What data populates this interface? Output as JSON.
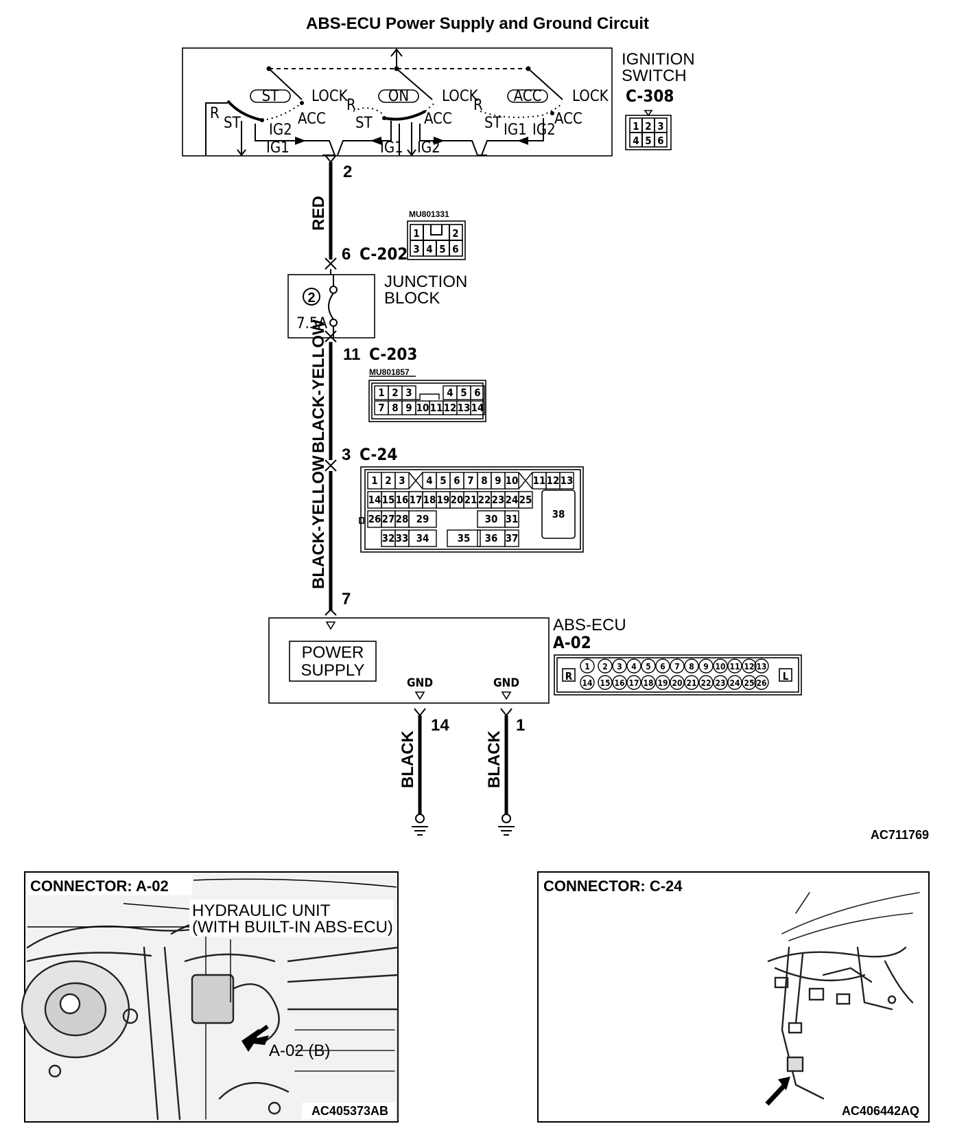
{
  "title": "ABS-ECU Power Supply and Ground Circuit",
  "ignition_switch": {
    "label_line1": "IGNITION",
    "label_line2": "SWITCH",
    "connector": "C-308",
    "pins": [
      "1",
      "2",
      "3",
      "4",
      "5",
      "6"
    ],
    "positions": {
      "st": "ST",
      "on": "ON",
      "acc": "ACC",
      "lock": "LOCK",
      "r": "R",
      "ig1": "IG1",
      "ig2": "IG2"
    },
    "output_pin": "2"
  },
  "wire_red": "RED",
  "c202": {
    "pin": "6",
    "connector": "C-202",
    "part_no": "MU801331",
    "pins": [
      "1",
      "2",
      "3",
      "4",
      "5",
      "6"
    ]
  },
  "junction_block": {
    "label_line1": "JUNCTION",
    "label_line2": "BLOCK",
    "fuse_no": "2",
    "fuse_rating": "7.5A"
  },
  "wire_black_yellow": "BLACK-YELLOW",
  "c203": {
    "pin": "11",
    "connector": "C-203",
    "part_no": "MU801857",
    "pins": [
      "1",
      "2",
      "3",
      "4",
      "5",
      "6",
      "7",
      "8",
      "9",
      "10",
      "11",
      "12",
      "13",
      "14"
    ]
  },
  "c24": {
    "pin": "3",
    "connector": "C-24",
    "pins": [
      "1",
      "2",
      "3",
      "4",
      "5",
      "6",
      "7",
      "8",
      "9",
      "10",
      "11",
      "12",
      "13",
      "14",
      "15",
      "16",
      "17",
      "18",
      "19",
      "20",
      "21",
      "22",
      "23",
      "24",
      "25",
      "26",
      "27",
      "28",
      "29",
      "30",
      "31",
      "32",
      "33",
      "34",
      "35",
      "36",
      "37",
      "38"
    ]
  },
  "abs_ecu": {
    "input_pin": "7",
    "label": "ABS-ECU",
    "connector": "A-02",
    "power_supply_line1": "POWER",
    "power_supply_line2": "SUPPLY",
    "gnd": "GND",
    "gnd_pin_a": "14",
    "gnd_pin_b": "1",
    "side_r": "R",
    "side_l": "L",
    "pins": [
      "1",
      "2",
      "3",
      "4",
      "5",
      "6",
      "7",
      "8",
      "9",
      "10",
      "11",
      "12",
      "13",
      "14",
      "15",
      "16",
      "17",
      "18",
      "19",
      "20",
      "21",
      "22",
      "23",
      "24",
      "25",
      "26"
    ]
  },
  "wire_black": "BLACK",
  "diagram_code": "AC711769",
  "panel_a02": {
    "title": "CONNECTOR: A-02",
    "callout_line1": "HYDRAULIC UNIT",
    "callout_line2": "(WITH BUILT-IN ABS-ECU)",
    "arrow_label": "A-02 (B)",
    "code": "AC405373AB"
  },
  "panel_c24": {
    "title": "CONNECTOR: C-24",
    "code": "AC406442AQ"
  }
}
